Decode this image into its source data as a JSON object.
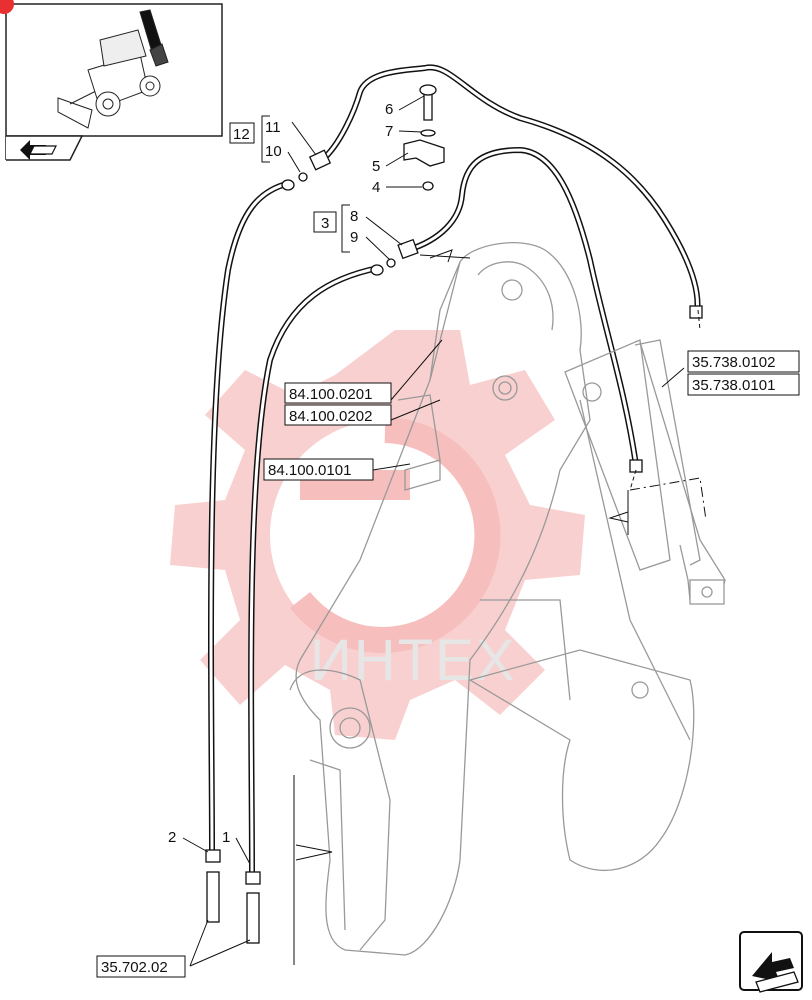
{
  "part_numbers": {
    "p1": "1",
    "p2": "2",
    "p3": "3",
    "p4": "4",
    "p5": "5",
    "p6": "6",
    "p7": "7",
    "p8": "8",
    "p9": "9",
    "p10": "10",
    "p11": "11",
    "p12": "12"
  },
  "references": {
    "r_84_100_0201": "84.100.0201",
    "r_84_100_0202": "84.100.0202",
    "r_84_100_0101": "84.100.0101",
    "r_35_738_0102": "35.738.0102",
    "r_35_738_0101": "35.738.0101",
    "r_35_702_02": "35.702.02"
  },
  "watermark": {
    "text": "ИНТЕХ",
    "color": "#f7c9c9"
  },
  "icons": [
    "backhoe-thumbnail-icon",
    "page-prev-arrow-icon",
    "page-next-arrow-icon"
  ]
}
